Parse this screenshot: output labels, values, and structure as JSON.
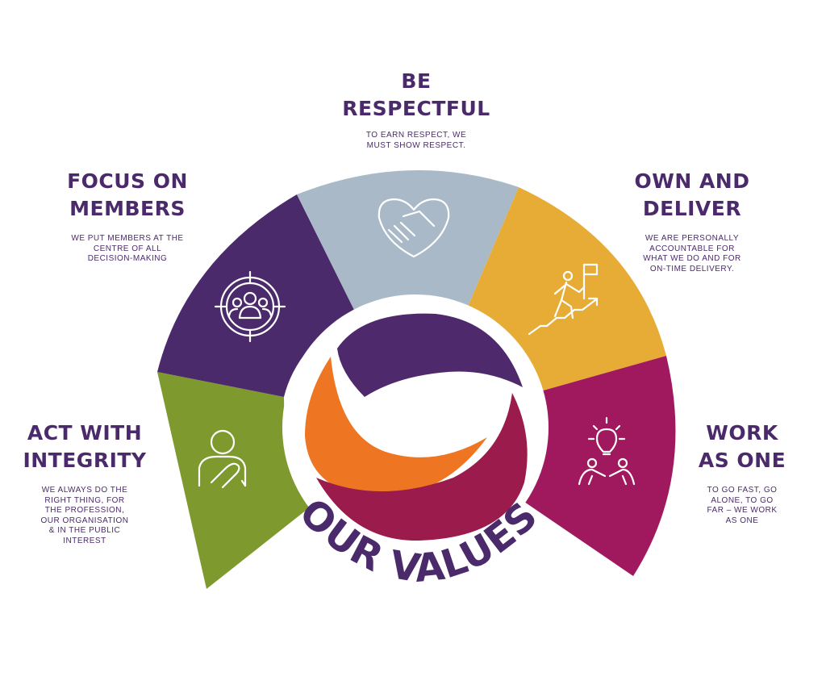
{
  "heading": "OUR VALUES",
  "colors": {
    "text": "#4b2a6b",
    "focus_on_members": "#4b2a6b",
    "be_respectful": "#a9b9c7",
    "own_and_deliver": "#e7ac36",
    "work_as_one": "#a0195f",
    "act_with_integrity": "#7e9a2e",
    "logo_purple": "#4e2a6c",
    "logo_orange": "#ee7623",
    "logo_maroon": "#9b1b4d"
  },
  "values": [
    {
      "key": "act_with_integrity",
      "title": [
        "ACT WITH",
        "INTEGRITY"
      ],
      "description": [
        "WE ALWAYS DO THE",
        "RIGHT THING, FOR",
        "THE PROFESSION,",
        "OUR ORGANISATION",
        "& IN THE PUBLIC",
        "INTEREST"
      ],
      "icon": "hand-on-heart-icon"
    },
    {
      "key": "focus_on_members",
      "title": [
        "FOCUS ON",
        "MEMBERS"
      ],
      "description": [
        "WE PUT MEMBERS AT THE",
        "CENTRE OF ALL",
        "DECISION-MAKING"
      ],
      "icon": "target-group-icon"
    },
    {
      "key": "be_respectful",
      "title": [
        "BE",
        "RESPECTFUL"
      ],
      "description": [
        "TO EARN RESPECT, WE",
        "MUST SHOW RESPECT."
      ],
      "icon": "handshake-heart-icon"
    },
    {
      "key": "own_and_deliver",
      "title": [
        "OWN AND",
        "DELIVER"
      ],
      "description": [
        "WE ARE PERSONALLY",
        "ACCOUNTABLE FOR",
        "WHAT WE DO AND FOR",
        "ON-TIME DELIVERY."
      ],
      "icon": "climber-flag-icon"
    },
    {
      "key": "work_as_one",
      "title": [
        "WORK",
        "AS ONE"
      ],
      "description": [
        "TO GO FAST, GO",
        "ALONE, TO GO",
        "FAR – WE WORK",
        "AS ONE"
      ],
      "icon": "team-idea-icon"
    }
  ]
}
